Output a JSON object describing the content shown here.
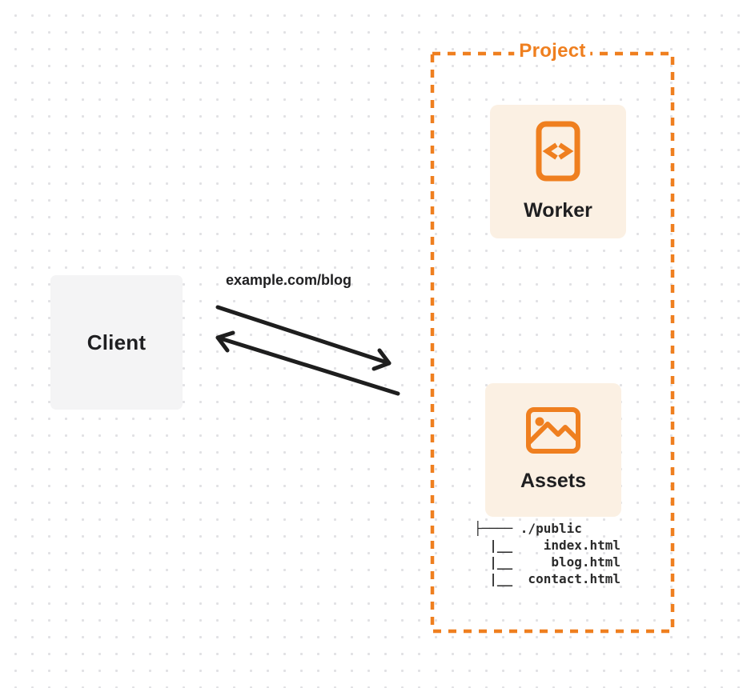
{
  "diagram": {
    "client": {
      "label": "Client"
    },
    "request": {
      "label": "example.com/blog"
    },
    "project": {
      "label": "Project",
      "worker": {
        "label": "Worker",
        "icon": "code-icon"
      },
      "assets": {
        "label": "Assets",
        "icon": "image-icon"
      },
      "file_tree": [
        "├──── ./public",
        "  |__    index.html",
        "  |__     blog.html",
        "  |__  contact.html"
      ]
    },
    "colors": {
      "orange": "#ef7f1f",
      "card_background": "#fbf0e3",
      "client_background": "#f4f4f5",
      "text_dark": "#1f1f21",
      "arrow": "#1e1e1e",
      "dot_grid": "#e1e1e4"
    }
  }
}
